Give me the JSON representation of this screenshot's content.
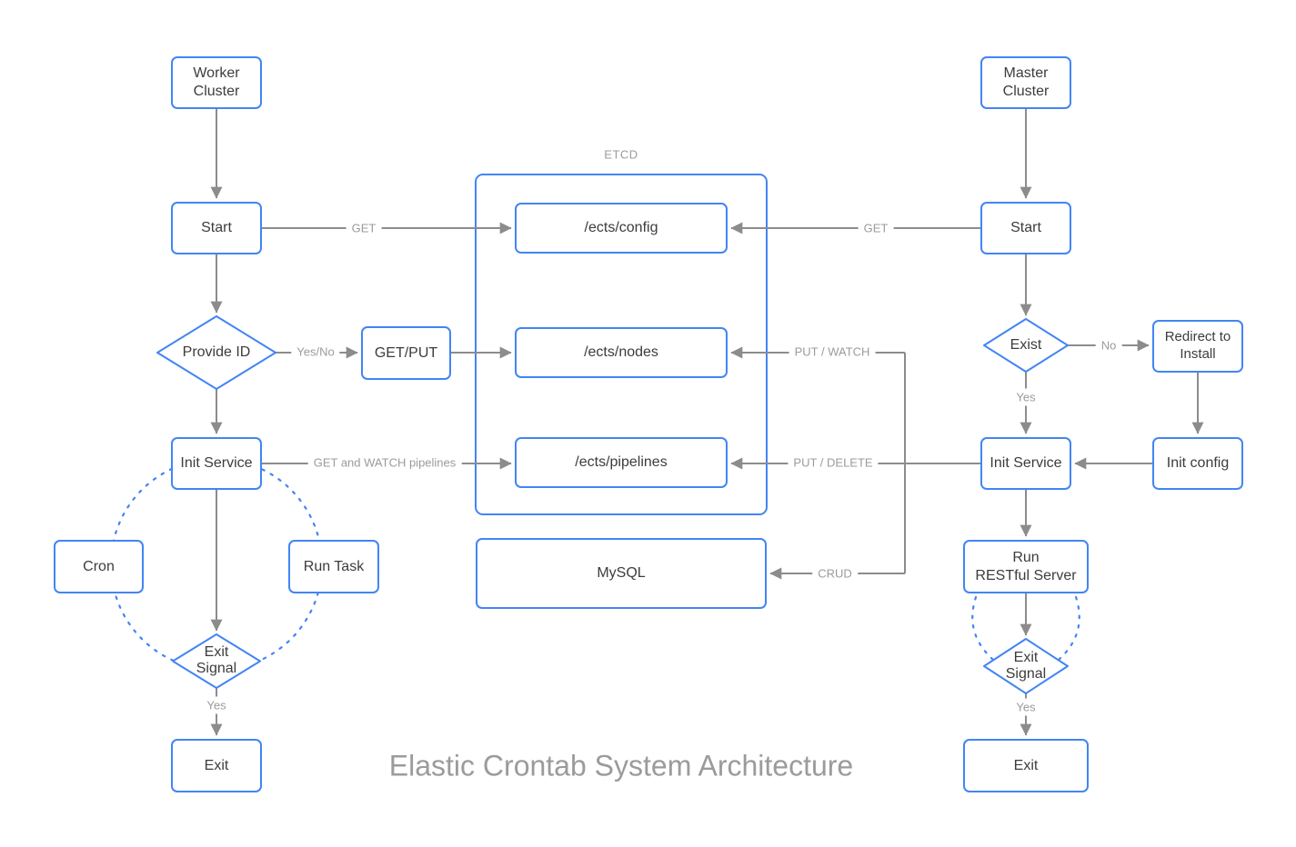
{
  "title": "Elastic Crontab System Architecture",
  "colors": {
    "node_border": "#4285F4",
    "dotted_loop": "#4285F4",
    "edge": "#8C8C8C",
    "edge_label": "#9B9B9B",
    "node_text": "#3C3C3C",
    "title_text": "#9B9B9B"
  },
  "etcd_group": {
    "label": "ETCD"
  },
  "nodes": {
    "worker_cluster": "Worker\nCluster",
    "start_left": "Start",
    "provide_id": "Provide ID",
    "get_put": "GET/PUT",
    "init_service_left": "Init Service",
    "cron": "Cron",
    "run_task": "Run Task",
    "exit_signal_left": "Exit\nSignal",
    "exit_left": "Exit",
    "ects_config": "/ects/config",
    "ects_nodes": "/ects/nodes",
    "ects_pipelines": "/ects/pipelines",
    "mysql": "MySQL",
    "master_cluster": "Master\nCluster",
    "start_right": "Start",
    "exist": "Exist",
    "redirect_install": "Redirect to\nInstall",
    "init_service_right": "Init Service",
    "init_config": "Init config",
    "run_restful": "Run\nRESTful Server",
    "exit_signal_right": "Exit\nSignal",
    "exit_right": "Exit"
  },
  "edge_labels": {
    "get_left": "GET",
    "yes_no": "Yes/No",
    "get_watch_pipelines": "GET and WATCH pipelines",
    "get_right": "GET",
    "put_watch": "PUT / WATCH",
    "put_delete": "PUT / DELETE",
    "crud": "CRUD",
    "no": "No",
    "yes_exist": "Yes",
    "yes_exit_left": "Yes",
    "yes_exit_right": "Yes"
  }
}
